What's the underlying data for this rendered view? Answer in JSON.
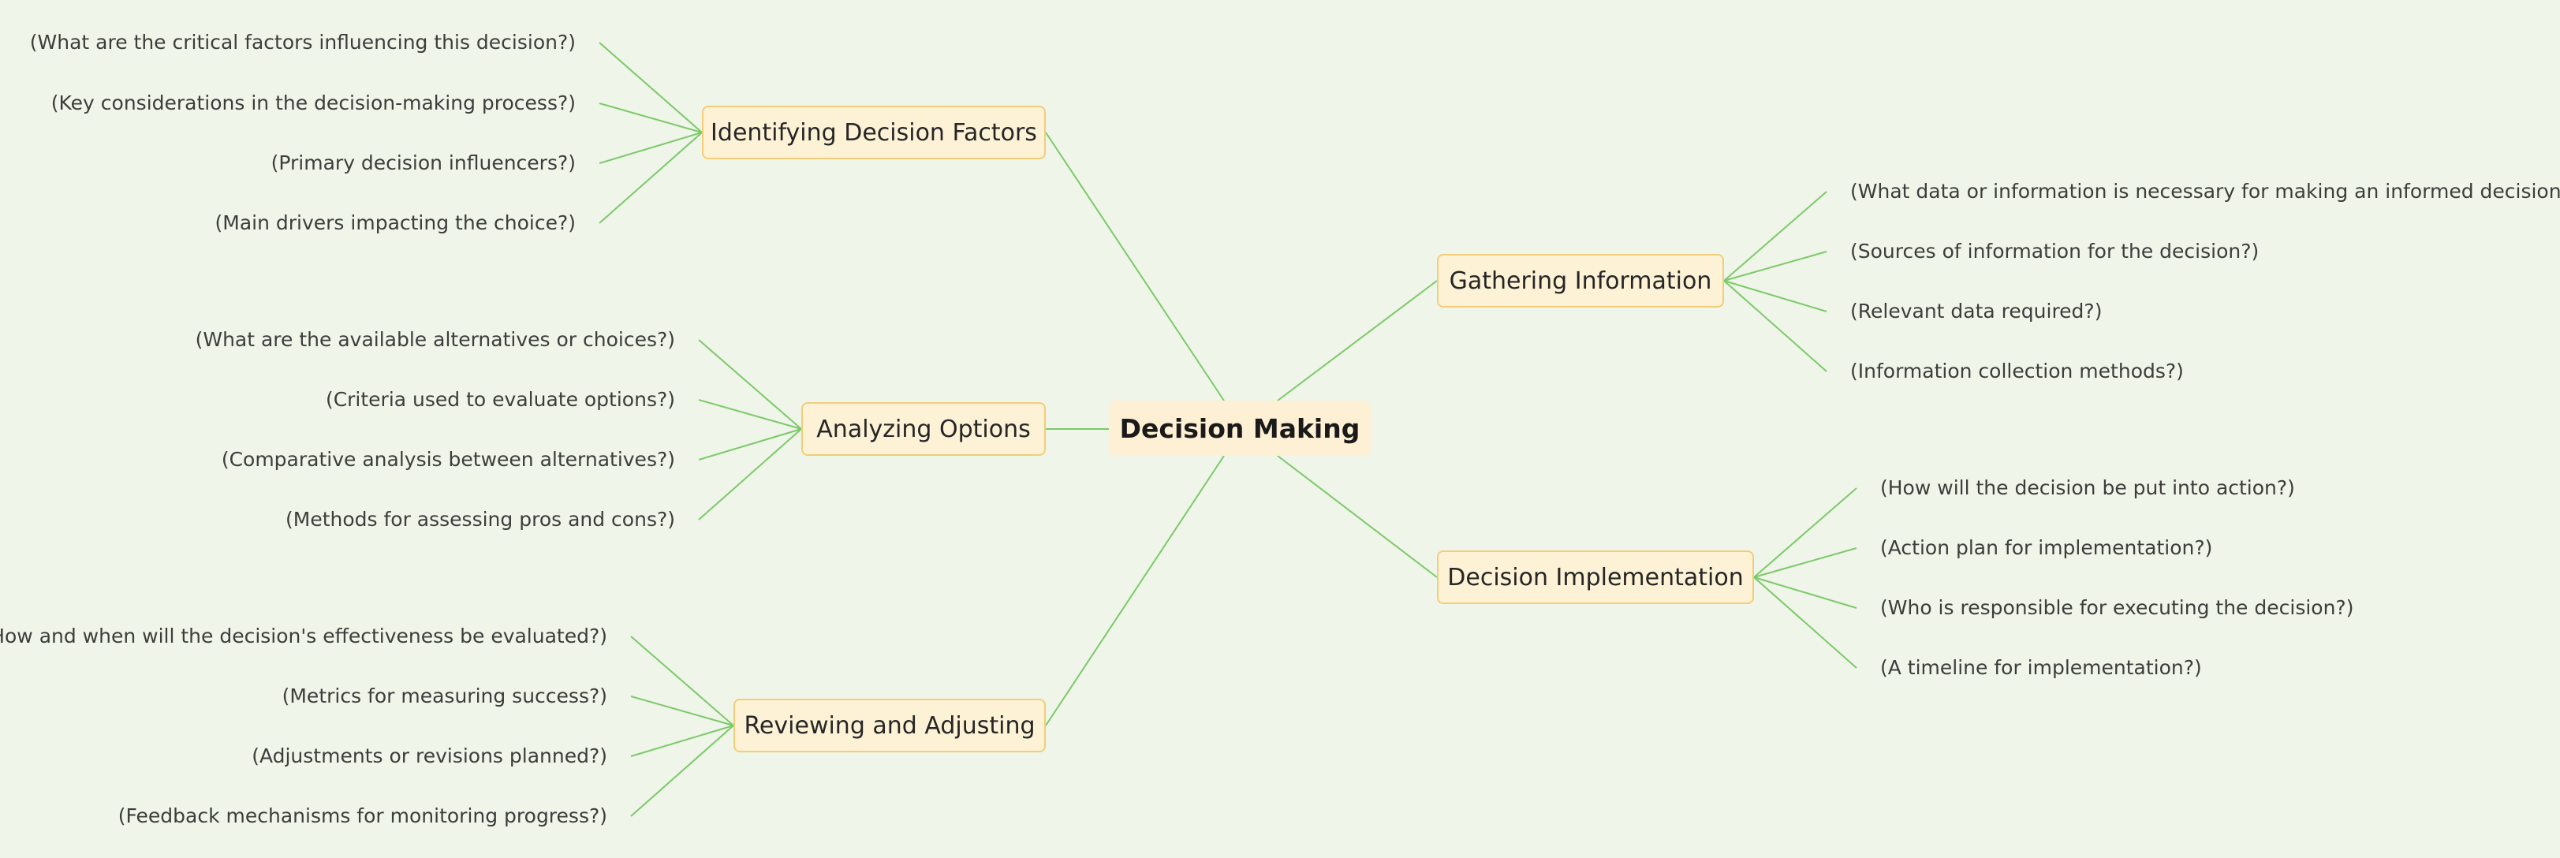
{
  "root": {
    "label": "Decision Making"
  },
  "branches": [
    {
      "label": "Identifying Decision Factors",
      "items": [
        "(What are the critical factors influencing this decision?)",
        "(Key considerations in the decision-making process?)",
        "(Primary decision influencers?)",
        "(Main drivers impacting the choice?)"
      ]
    },
    {
      "label": "Analyzing Options",
      "items": [
        "(What are the available alternatives or choices?)",
        "(Criteria used to evaluate options?)",
        "(Comparative analysis between alternatives?)",
        "(Methods for assessing pros and cons?)"
      ]
    },
    {
      "label": "Reviewing and Adjusting",
      "items": [
        "(How and when will the decision's effectiveness be evaluated?)",
        "(Metrics for measuring success?)",
        "(Adjustments or revisions planned?)",
        "(Feedback mechanisms for monitoring progress?)"
      ]
    },
    {
      "label": "Gathering Information",
      "items": [
        "(What data or information is necessary for making an informed decision?)",
        "(Sources of information for the decision?)",
        "(Relevant data required?)",
        "(Information collection methods?)"
      ]
    },
    {
      "label": "Decision Implementation",
      "items": [
        "(How will the decision be put into action?)",
        "(Action plan for implementation?)",
        "(Who is responsible for executing the decision?)",
        "(A timeline for implementation?)"
      ]
    }
  ],
  "colors": {
    "line": "#7cc96a",
    "root_fill": "#fdf0d4",
    "branch_fill": "#fdf2d6",
    "branch_border": "#f3cd78",
    "background": "#eff5e8"
  }
}
